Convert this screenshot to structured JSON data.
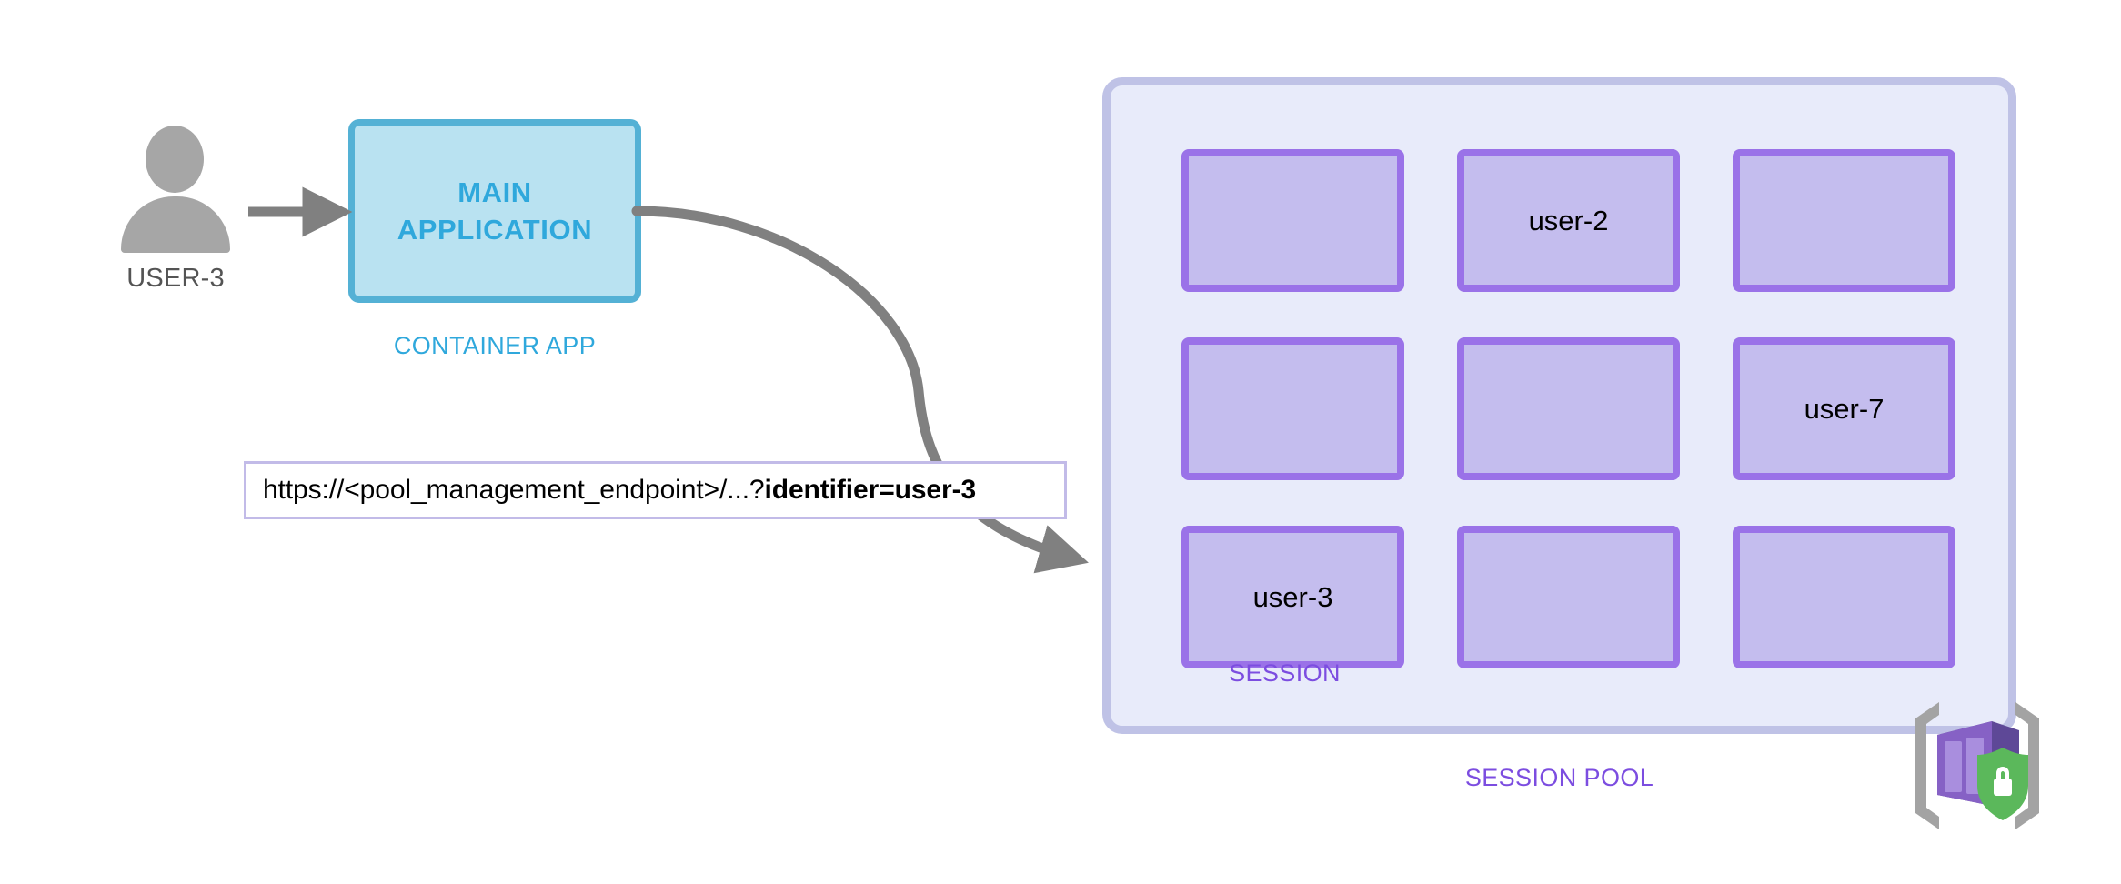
{
  "diagram": {
    "title": "Azure Container Apps dynamic sessions identifier routing",
    "colors": {
      "app_border": "#54b1d5",
      "app_fill": "#b9e2f1",
      "app_text": "#2fa8dc",
      "pool_fill": "#e8ebfa",
      "pool_border": "#bfc2e6",
      "cell_fill": "#c4bdee",
      "cell_border": "#9a72e8",
      "purple_text": "#7c4de0",
      "arrow_gray": "#808080",
      "actor_gray": "#a6a6a6",
      "label_border": "#c2bbe8",
      "icon_green": "#5bb85b",
      "icon_purple": "#8661c5",
      "icon_purple_dark": "#5e4897",
      "icon_bracket_gray": "#a3a3a3"
    },
    "actor": {
      "icon": "person-icon",
      "label": "USER-3"
    },
    "application": {
      "line1": "MAIN",
      "line2": "APPLICATION",
      "caption": "CONTAINER APP"
    },
    "request_label": {
      "prefix": "https://<pool_management_endpoint>/...?",
      "emphasis": "identifier=user-3"
    },
    "session_pool": {
      "caption": "SESSION POOL",
      "session_caption": "SESSION",
      "grid": {
        "rows": 3,
        "cols": 3,
        "cells": [
          {
            "row": 0,
            "col": 0,
            "label": ""
          },
          {
            "row": 0,
            "col": 1,
            "label": "user-2"
          },
          {
            "row": 0,
            "col": 2,
            "label": ""
          },
          {
            "row": 1,
            "col": 0,
            "label": ""
          },
          {
            "row": 1,
            "col": 1,
            "label": ""
          },
          {
            "row": 1,
            "col": 2,
            "label": "user-7"
          },
          {
            "row": 2,
            "col": 0,
            "label": "user-3"
          },
          {
            "row": 2,
            "col": 1,
            "label": ""
          },
          {
            "row": 2,
            "col": 2,
            "label": ""
          }
        ]
      }
    },
    "connectors": [
      {
        "name": "user-to-app",
        "type": "straight-arrow"
      },
      {
        "name": "app-to-session",
        "type": "curved-arrow"
      }
    ],
    "badge_icon": "azure-dynamic-sessions-icon"
  }
}
